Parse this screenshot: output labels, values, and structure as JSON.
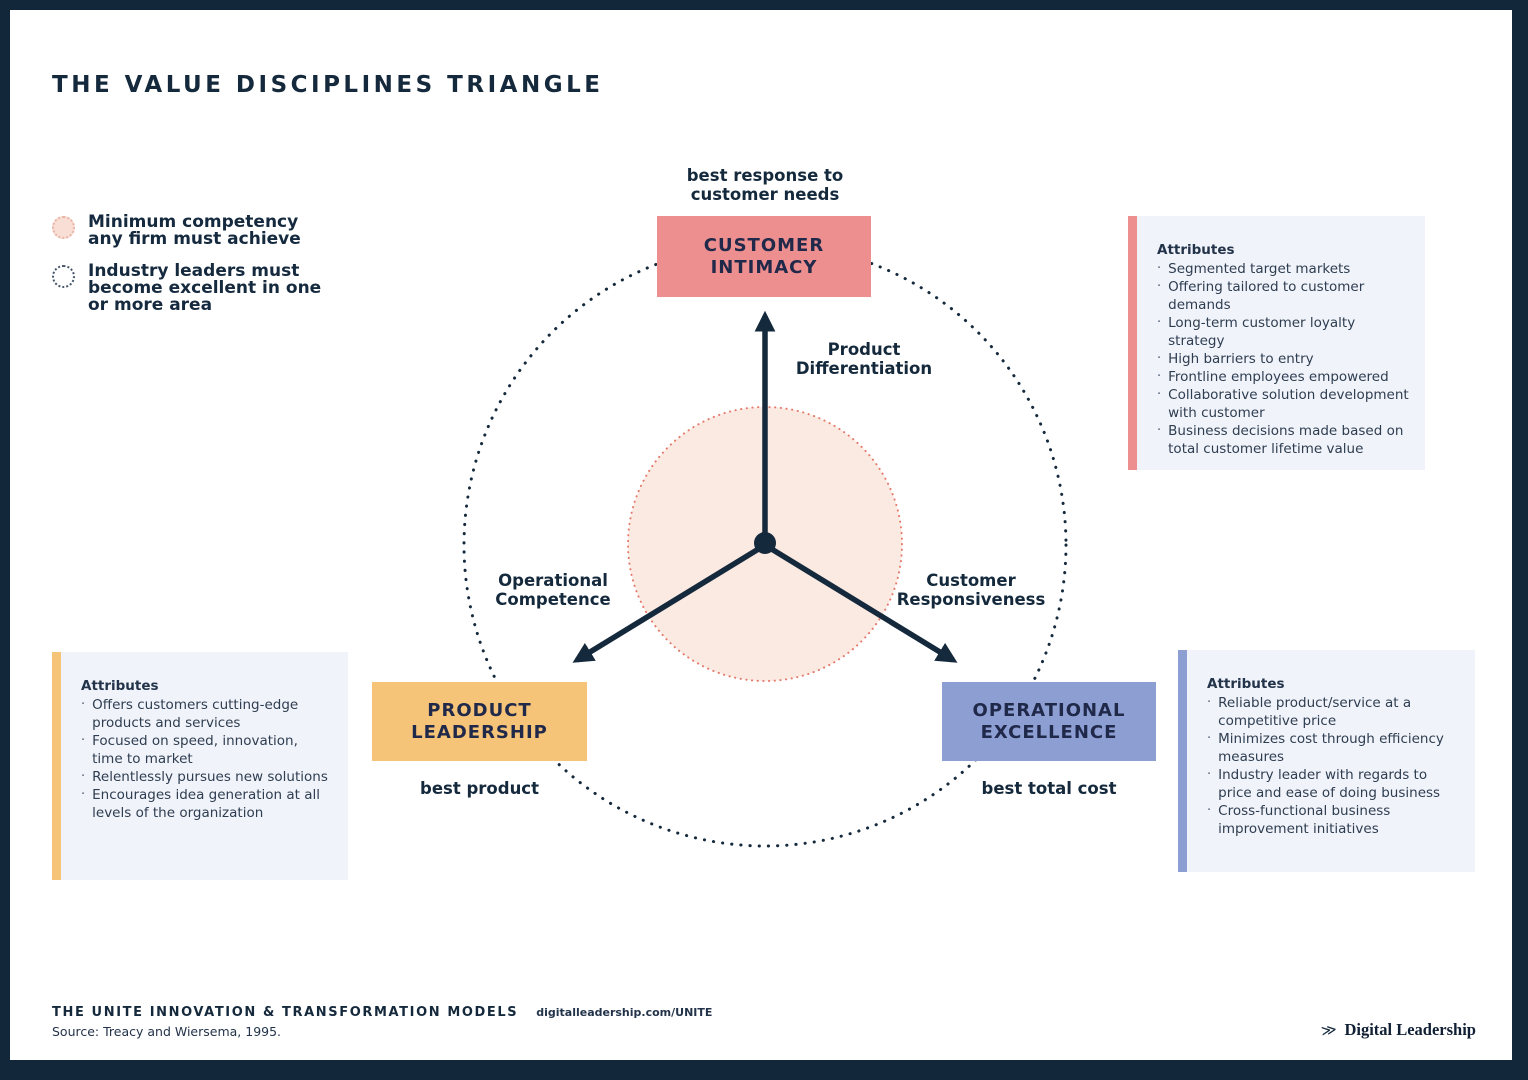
{
  "title": "THE VALUE DISCIPLINES TRIANGLE",
  "legend": {
    "items": [
      {
        "icon": "filled-dotted-circle",
        "label": "Minimum competency\nany firm must achieve"
      },
      {
        "icon": "outline-dotted-circle",
        "label": "Industry leaders must\nbecome excellent in one\nor more area"
      }
    ]
  },
  "diagram": {
    "top_caption": "best response to\ncustomer needs",
    "axes": {
      "top": "Product\nDifferentiation",
      "left": "Operational\nCompetence",
      "right": "Customer\nResponsiveness"
    },
    "disciplines": {
      "customer_intimacy": {
        "label": "CUSTOMER\nINTIMACY",
        "color": "#EE8F8F"
      },
      "product_leadership": {
        "label": "PRODUCT\nLEADERSHIP",
        "color": "#F6C478",
        "caption": "best product"
      },
      "operational_excellence": {
        "label": "OPERATIONAL\nEXCELLENCE",
        "color": "#8D9ED3",
        "caption": "best total cost"
      }
    },
    "inner_circle_color": "#FBEAE2",
    "inner_circle_dot_color": "#E4796C",
    "outer_circle_dot_color": "#15293C"
  },
  "panels": {
    "customer_intimacy": {
      "heading": "Attributes",
      "accent": "#EE8F8F",
      "items": [
        "Segmented target markets",
        "Offering tailored to customer demands",
        "Long-term customer loyalty strategy",
        "High barriers to entry",
        "Frontline employees empowered",
        "Collaborative solution development with customer",
        "Business decisions made based on total customer lifetime value"
      ]
    },
    "product_leadership": {
      "heading": "Attributes",
      "accent": "#F6C478",
      "items": [
        "Offers customers cutting-edge products and services",
        "Focused on speed, innovation, time to market",
        "Relentlessly pursues new solutions",
        "Encourages idea generation at all levels of the organization"
      ]
    },
    "operational_excellence": {
      "heading": "Attributes",
      "accent": "#8D9ED3",
      "items": [
        "Reliable product/service at a competitive price",
        "Minimizes cost through efficiency measures",
        "Industry leader with regards to price and ease of doing business",
        "Cross-functional business improvement initiatives"
      ]
    }
  },
  "footer": {
    "series_title": "THE UNITE INNOVATION & TRANSFORMATION MODELS",
    "url": "digitalleadership.com/UNITE",
    "source": "Source: Treacy and Wiersema, 1995.",
    "brand": "Digital Leadership",
    "brand_icon_glyph": "≫"
  }
}
